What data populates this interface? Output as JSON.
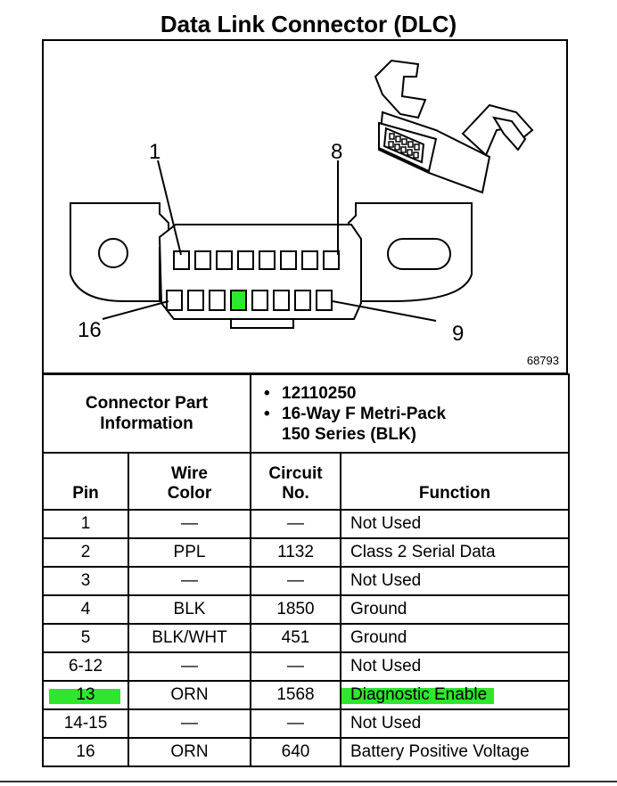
{
  "title": "Data Link Connector (DLC)",
  "figure_number": "68793",
  "pin_labels": {
    "top_left": "1",
    "top_right": "8",
    "bottom_left": "16",
    "bottom_right": "9"
  },
  "highlight_color": "#2ee62e",
  "highlighted_pin": 13,
  "connector_info": {
    "label_line1": "Connector Part",
    "label_line2": "Information",
    "items": [
      "12110250",
      "16-Way F Metri-Pack",
      "150 Series (BLK)"
    ]
  },
  "table": {
    "headers": {
      "pin": "Pin",
      "wire_color_1": "Wire",
      "wire_color_2": "Color",
      "circuit_1": "Circuit",
      "circuit_2": "No.",
      "function": "Function"
    },
    "rows": [
      {
        "pin": "1",
        "wire": "—",
        "circuit": "—",
        "function": "Not Used"
      },
      {
        "pin": "2",
        "wire": "PPL",
        "circuit": "1132",
        "function": "Class 2 Serial Data"
      },
      {
        "pin": "3",
        "wire": "—",
        "circuit": "—",
        "function": "Not Used"
      },
      {
        "pin": "4",
        "wire": "BLK",
        "circuit": "1850",
        "function": "Ground"
      },
      {
        "pin": "5",
        "wire": "BLK/WHT",
        "circuit": "451",
        "function": "Ground"
      },
      {
        "pin": "6-12",
        "wire": "—",
        "circuit": "—",
        "function": "Not Used"
      },
      {
        "pin": "13",
        "wire": "ORN",
        "circuit": "1568",
        "function": "Diagnostic Enable"
      },
      {
        "pin": "14-15",
        "wire": "—",
        "circuit": "—",
        "function": "Not Used"
      },
      {
        "pin": "16",
        "wire": "ORN",
        "circuit": "640",
        "function": "Battery Positive Voltage"
      }
    ]
  }
}
